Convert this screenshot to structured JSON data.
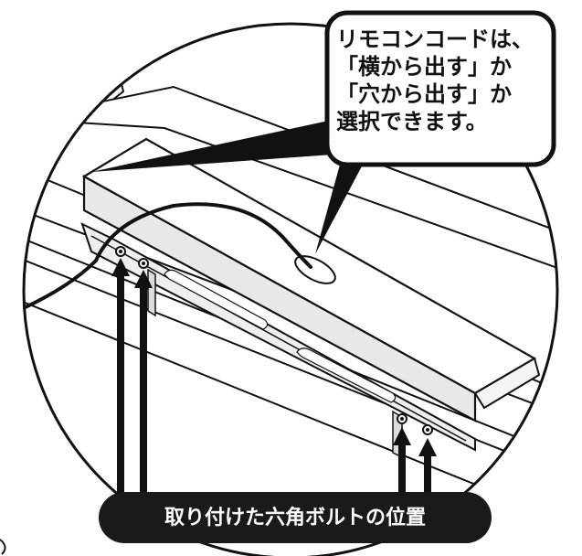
{
  "callout": {
    "lines": [
      "リモコンコードは、",
      "「横から出す」か",
      "「穴から出す」か",
      "選択できます。"
    ]
  },
  "bolt_label": "取り付けた六角ボルトの位置",
  "colors": {
    "line": "#111111",
    "panel_light": "#ffffff",
    "panel_shade": "#e6e6e6",
    "label_bg": "#1a1a1a",
    "label_text": "#ffffff"
  }
}
